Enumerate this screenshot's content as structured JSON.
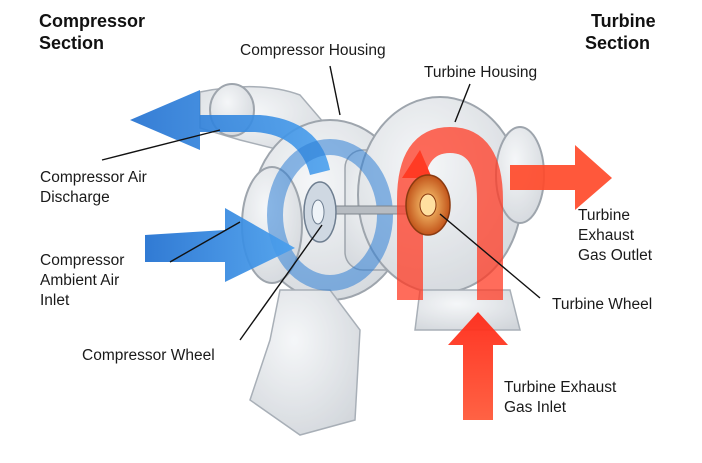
{
  "headers": {
    "compressor_line1": "Compressor",
    "compressor_line2": "Section",
    "turbine_line1": "Turbine",
    "turbine_line2": "Section"
  },
  "labels": {
    "compressor_housing": "Compressor Housing",
    "turbine_housing": "Turbine Housing",
    "compressor_air_discharge_1": "Compressor Air",
    "compressor_air_discharge_2": "Discharge",
    "compressor_inlet_1": "Compressor",
    "compressor_inlet_2": "Ambient Air",
    "compressor_inlet_3": "Inlet",
    "compressor_wheel": "Compressor Wheel",
    "turbine_outlet_1": "Turbine",
    "turbine_outlet_2": "Exhaust",
    "turbine_outlet_3": "Gas Outlet",
    "turbine_wheel": "Turbine Wheel",
    "turbine_inlet_1": "Turbine Exhaust",
    "turbine_inlet_2": "Gas Inlet"
  },
  "colors": {
    "compressor_flow": "#2f7fd6",
    "turbine_flow": "#ff3b24",
    "housing": "#d9dde2",
    "wheel_orange": "#f08a2a"
  }
}
